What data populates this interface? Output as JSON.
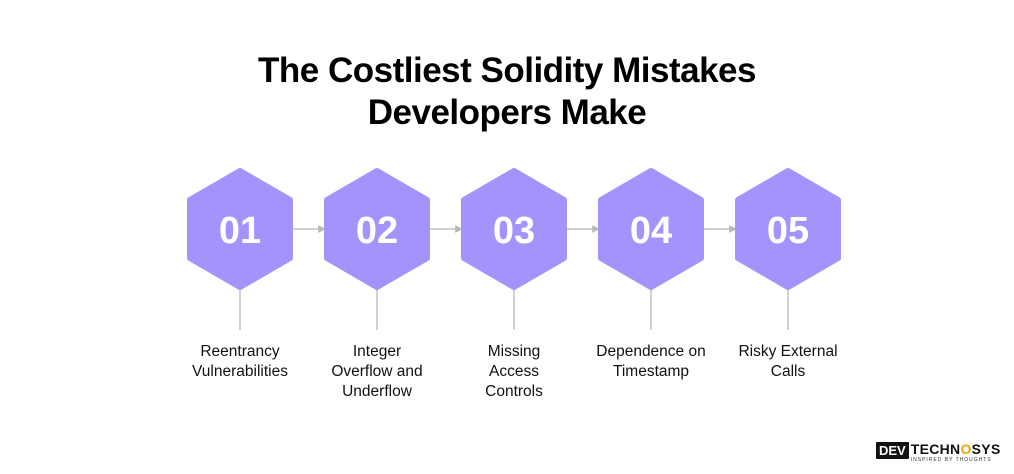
{
  "title": {
    "line1": "The Costliest Solidity Mistakes",
    "line2": "Developers Make"
  },
  "steps": [
    {
      "number": "01",
      "label": "Reentrancy Vulnerabilities"
    },
    {
      "number": "02",
      "label": "Integer Overflow and Underflow"
    },
    {
      "number": "03",
      "label": "Missing Access Controls"
    },
    {
      "number": "04",
      "label": "Dependence on Timestamp"
    },
    {
      "number": "05",
      "label": "Risky External Calls"
    }
  ],
  "colors": {
    "hexagon": "#a393fb",
    "connector": "#b8b8b8",
    "accent": "#f0a500"
  },
  "logo": {
    "box": "DEV",
    "text_before": "TECHN",
    "text_dot": "O",
    "text_after": "SYS",
    "tagline": "INSPIRED BY THOUGHTS"
  }
}
